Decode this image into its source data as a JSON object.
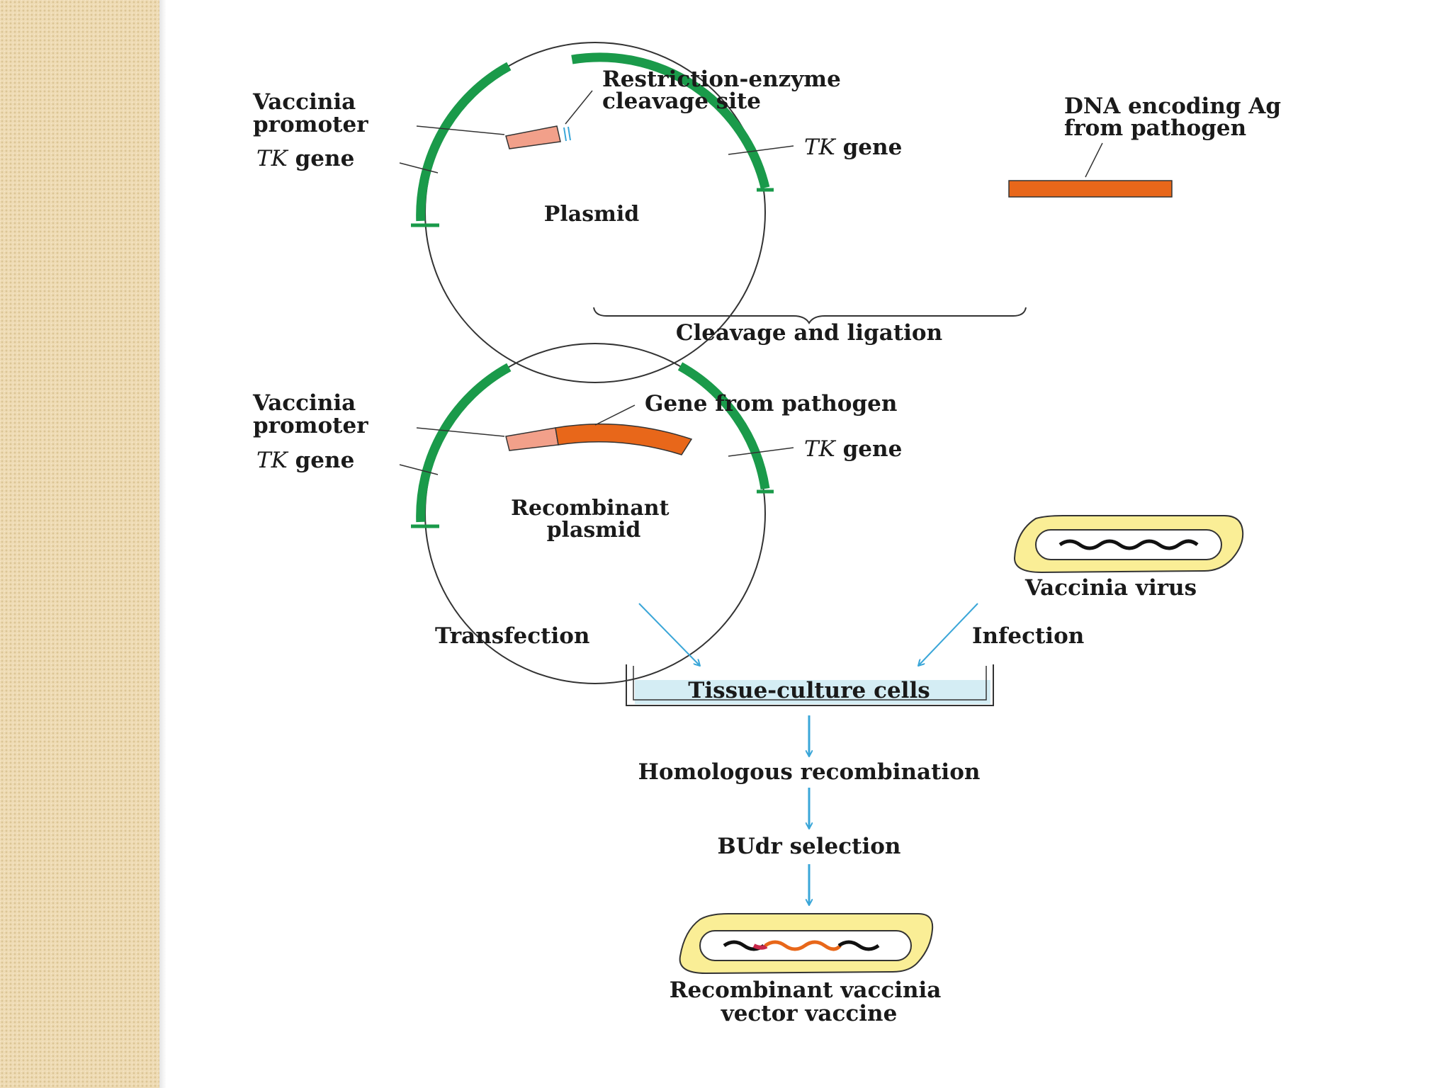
{
  "colors": {
    "tk_gene": "#1a9a4a",
    "promoter": "#f2a08a",
    "antigen_gene": "#e8671a",
    "virus_body": "#faee96",
    "arrow": "#3aa6d8",
    "dish_fill": "#d4edf4",
    "sidebar": "#efdcb6"
  },
  "step1": {
    "vaccinia_promoter": [
      "Vaccinia",
      "promoter"
    ],
    "restriction_site": [
      "Restriction-enzyme",
      "cleavage site"
    ],
    "tk_gene_left": {
      "italic": "TK",
      "rest": " gene"
    },
    "tk_gene_right": {
      "italic": "TK",
      "rest": " gene"
    },
    "plasmid": "Plasmid",
    "dna_encoding": [
      "DNA encoding Ag",
      "from pathogen"
    ],
    "cleavage_ligation": "Cleavage and ligation"
  },
  "step2": {
    "vaccinia_promoter": [
      "Vaccinia",
      "promoter"
    ],
    "gene_from_pathogen": "Gene from pathogen",
    "tk_gene_left": {
      "italic": "TK",
      "rest": " gene"
    },
    "tk_gene_right": {
      "italic": "TK",
      "rest": " gene"
    },
    "recombinant_plasmid": [
      "Recombinant",
      "plasmid"
    ],
    "vaccinia_virus": "Vaccinia virus",
    "transfection": "Transfection",
    "infection": "Infection",
    "tissue_culture": "Tissue-culture cells",
    "homologous_recombination": "Homologous recombination",
    "budr_selection": "BUdr selection",
    "recombinant_vaccine": [
      "Recombinant vaccinia",
      "vector vaccine"
    ]
  }
}
